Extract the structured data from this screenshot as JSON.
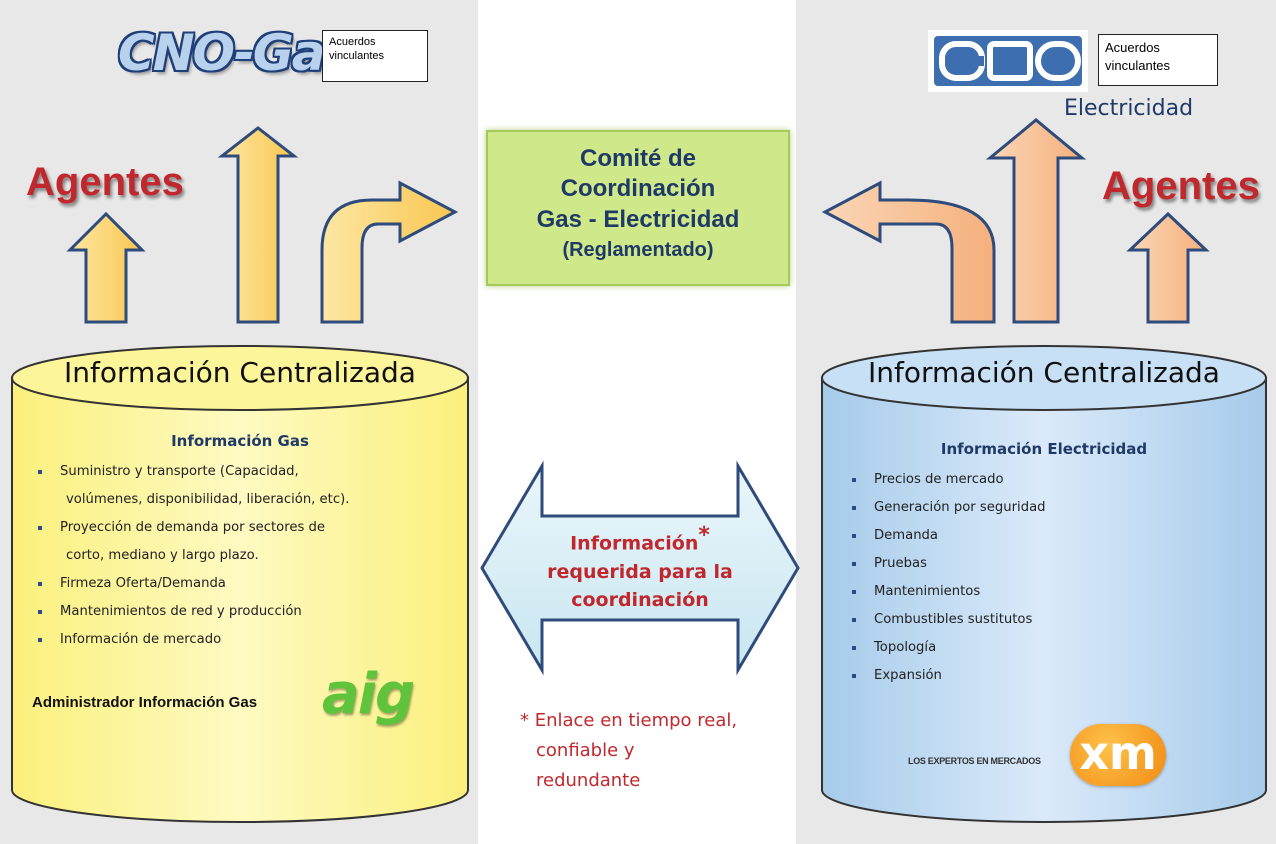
{
  "left": {
    "logo_text": "CNO-Gas",
    "box_text": "Acuerdos vinculantes",
    "agentes": "Agentes",
    "cylinder_title": "Información Centralizada",
    "cylinder_subtitle": "Información Gas",
    "items": [
      "Suministro y transporte  (Capacidad,",
      "volúmenes, disponibilidad, liberación,  etc).",
      "Proyección de demanda por sectores de",
      "corto, mediano y largo plazo.",
      "Firmeza Oferta/Demanda",
      "Mantenimientos de red y producción",
      "Información de mercado"
    ],
    "admin_label": "Administrador Información Gas",
    "aig_logo": "aig"
  },
  "center": {
    "comite_line1": "Comité de",
    "comite_line2": "Coordinación",
    "comite_line3": "Gas - Electricidad",
    "comite_line4": "(Reglamentado)",
    "arrow_line1": "Información",
    "arrow_asterisk": "*",
    "arrow_line2": "requerida para la",
    "arrow_line3": "coordinación",
    "note_line1": "* Enlace en tiempo real,",
    "note_line2": "confiable y",
    "note_line3": "redundante"
  },
  "right": {
    "logo_text": "CNO",
    "box_text": "Acuerdos vinculantes",
    "electricidad": "Electricidad",
    "agentes": "Agentes",
    "cylinder_title": "Información Centralizada",
    "cylinder_subtitle": "Información Electricidad",
    "items": [
      "Precios de mercado",
      "Generación  por seguridad",
      "Demanda",
      "Pruebas",
      "Mantenimientos",
      "Combustibles  sustitutos",
      "Topología",
      "Expansión"
    ],
    "xm_tagline": "LOS EXPERTOS EN MERCADOS",
    "xm_logo": "xm"
  },
  "colors": {
    "arrow_left": "#fbd26c",
    "arrow_right": "#f8c197",
    "arrow_stroke": "#2e4b7c",
    "cylinder_left": "#fdf59a",
    "cylinder_right": "#c2dcf2",
    "comite_fill": "#cfe88a",
    "center_arrow": "#d6ecf5",
    "accent_red": "#c0282d",
    "text_blue": "#1f3a66"
  }
}
